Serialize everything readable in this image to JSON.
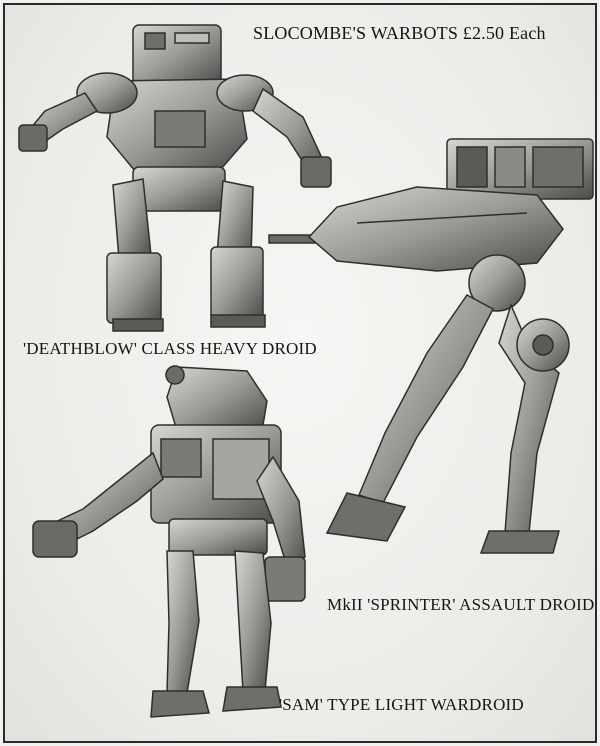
{
  "header": {
    "title": "SLOCOMBE'S WARBOTS £2.50 Each"
  },
  "miniatures": [
    {
      "id": "deathblow",
      "caption": "'DEATHBLOW' CLASS HEAVY DROID"
    },
    {
      "id": "sprinter",
      "caption": "MkII 'SPRINTER' ASSAULT DROID"
    },
    {
      "id": "sam",
      "caption": "'SAM' TYPE LIGHT WARDROID"
    }
  ],
  "colors": {
    "paper": "#f1f1ef",
    "ink": "#1a1a1a",
    "metal_light": "#c9c9c6",
    "metal_mid": "#8e8e8b",
    "metal_dark": "#3c3c3a"
  }
}
